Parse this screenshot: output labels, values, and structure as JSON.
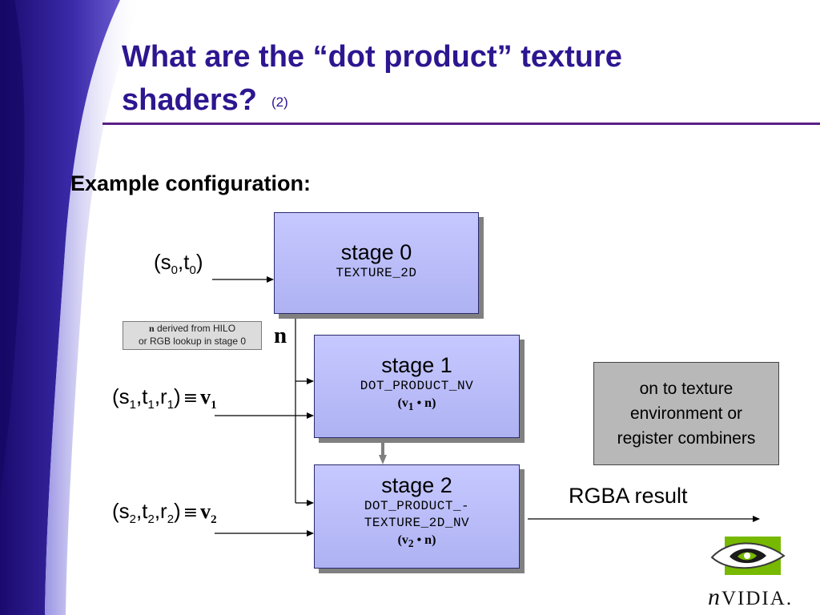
{
  "slide": {
    "title_line1": "What are the “dot product” texture",
    "title_line2": "shaders?",
    "title_suffix": "(2)",
    "heading": "Example configuration:"
  },
  "stages": [
    {
      "name": "stage 0",
      "op": "TEXTURE_2D"
    },
    {
      "name": "stage 1",
      "op": "DOT_PRODUCT_NV",
      "formula_v": "v",
      "formula_sub": "1",
      "formula_rest": " • n"
    },
    {
      "name": "stage 2",
      "op_line1": "DOT_PRODUCT_-",
      "op_line2": "TEXTURE_2D_NV",
      "formula_v": "v",
      "formula_sub": "2",
      "formula_rest": " • n"
    }
  ],
  "inputs": [
    {
      "open": "(s",
      "s_sub": "0",
      "t": ",t",
      "t_sub": "0",
      "close": ")"
    },
    {
      "open": "(s",
      "s_sub": "1",
      "t": ",t",
      "t_sub": "1",
      "r": ",r",
      "r_sub": "1",
      "close": ")",
      "equiv": "≡",
      "vec": "v",
      "vec_sub": "1"
    },
    {
      "open": "(s",
      "s_sub": "2",
      "t": ",t",
      "t_sub": "2",
      "r": ",r",
      "r_sub": "2",
      "close": ")",
      "equiv": "≡",
      "vec": "v",
      "vec_sub": "2"
    }
  ],
  "note": {
    "bold_n": "n",
    "line1_rest": " derived from HILO",
    "line2": "or RGB lookup in stage 0"
  },
  "n_label": "n",
  "destination": {
    "line1": "on to texture",
    "line2": "environment or",
    "line3": "register combiners"
  },
  "result_label": "RGBA result",
  "logo": {
    "icon": "nvidia-eye-logo-icon",
    "wordmark_n": "n",
    "wordmark_rest": "VIDIA."
  },
  "colors": {
    "title": "#2d1690",
    "accent_rule": "#5a1e86",
    "stage_fill": "#b4b8f6",
    "dest_fill": "#b8b8b8",
    "logo_green": "#76b900"
  }
}
